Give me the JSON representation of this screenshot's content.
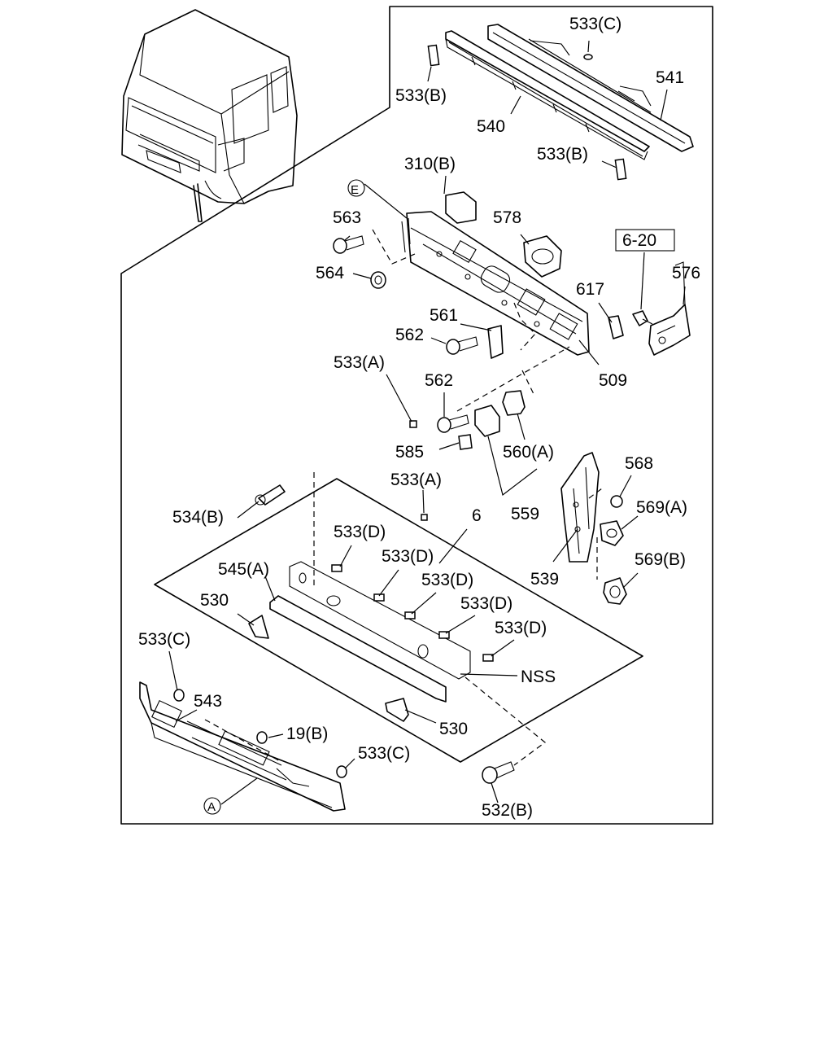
{
  "labels": {
    "533_c_top": "533(C)",
    "541": "541",
    "533_b_left": "533(B)",
    "540": "540",
    "533_b_right": "533(B)",
    "310_b": "310(B)",
    "e_marker": "E",
    "563": "563",
    "578": "578",
    "ref_6_20": "6-20",
    "576": "576",
    "564": "564",
    "617": "617",
    "561": "561",
    "562_upper": "562",
    "509": "509",
    "533_a_upper": "533(A)",
    "562_lower": "562",
    "585": "585",
    "560_a": "560(A)",
    "568": "568",
    "533_a_lower": "533(A)",
    "534_b": "534(B)",
    "6": "6",
    "569_a": "569(A)",
    "559": "559",
    "533_d_1": "533(D)",
    "533_d_2": "533(D)",
    "545_a": "545(A)",
    "533_d_3": "533(D)",
    "569_b": "569(B)",
    "539": "539",
    "530_left": "530",
    "533_d_4": "533(D)",
    "533_c_left": "533(C)",
    "533_d_5": "533(D)",
    "nss": "NSS",
    "543": "543",
    "530_bottom": "530",
    "19_b": "19(B)",
    "533_c_bottom": "533(C)",
    "a_marker": "A",
    "532_b": "532(B)"
  }
}
